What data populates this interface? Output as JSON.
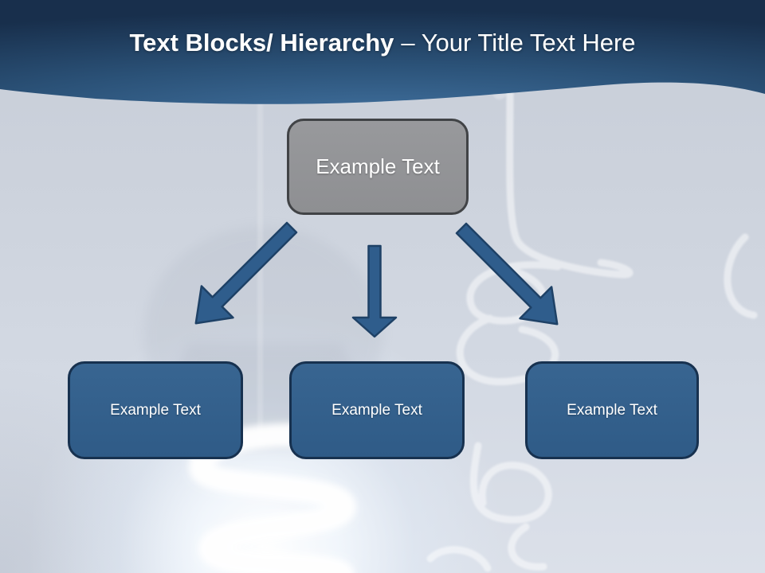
{
  "slide": {
    "title": {
      "bold": "Text Blocks/ Hierarchy",
      "regular": "– Your Title Text Here"
    }
  },
  "hierarchy": {
    "root": {
      "label": "Example Text"
    },
    "children": [
      {
        "label": "Example Text"
      },
      {
        "label": "Example Text"
      },
      {
        "label": "Example Text"
      }
    ]
  },
  "icons": {
    "arrow_left": "arrow-down-left",
    "arrow_center": "arrow-down",
    "arrow_right": "arrow-down-right"
  },
  "colors": {
    "header_dark_navy": "#182f4c",
    "header_mid_blue": "#2b5278",
    "header_light_blue": "#41719f",
    "title_text": "#ffffff",
    "root_box_fill": "#909194",
    "root_box_border": "#414346",
    "child_box_fill": "#32608c",
    "child_box_border": "#17314f",
    "arrow_fill": "#2f5d8c",
    "arrow_border": "#1e4166",
    "background": "#cfd5e0",
    "bulb_glow": "#ffffff"
  }
}
